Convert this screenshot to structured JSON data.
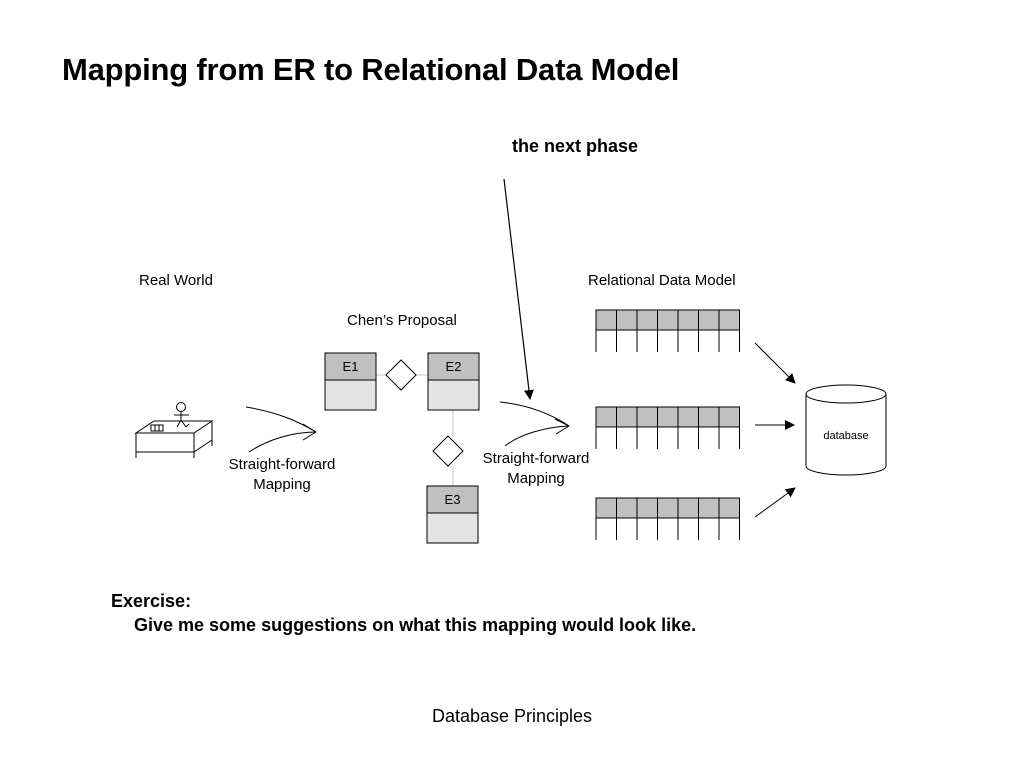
{
  "slide": {
    "title": "Mapping from ER to Relational Data Model",
    "annotation": "the next phase",
    "footer": "Database Principles"
  },
  "diagram": {
    "real_world_label": "Real World",
    "chen_label": "Chen’s Proposal",
    "relational_label": "Relational Data Model",
    "mapping_label_line1": "Straight-forward",
    "mapping_label_line2": "Mapping",
    "entities": [
      "E1",
      "E2",
      "E3"
    ],
    "database_label": "database",
    "table_columns": 7,
    "table_count": 3
  },
  "exercise": {
    "heading": "Exercise:",
    "text": "Give me some suggestions on what this mapping would look like."
  },
  "colors": {
    "entity_header": "#c0c0c0",
    "entity_body": "#e4e4e4",
    "table_header": "#c0c0c0",
    "line": "#000000",
    "connector": "#c8c8c8"
  }
}
